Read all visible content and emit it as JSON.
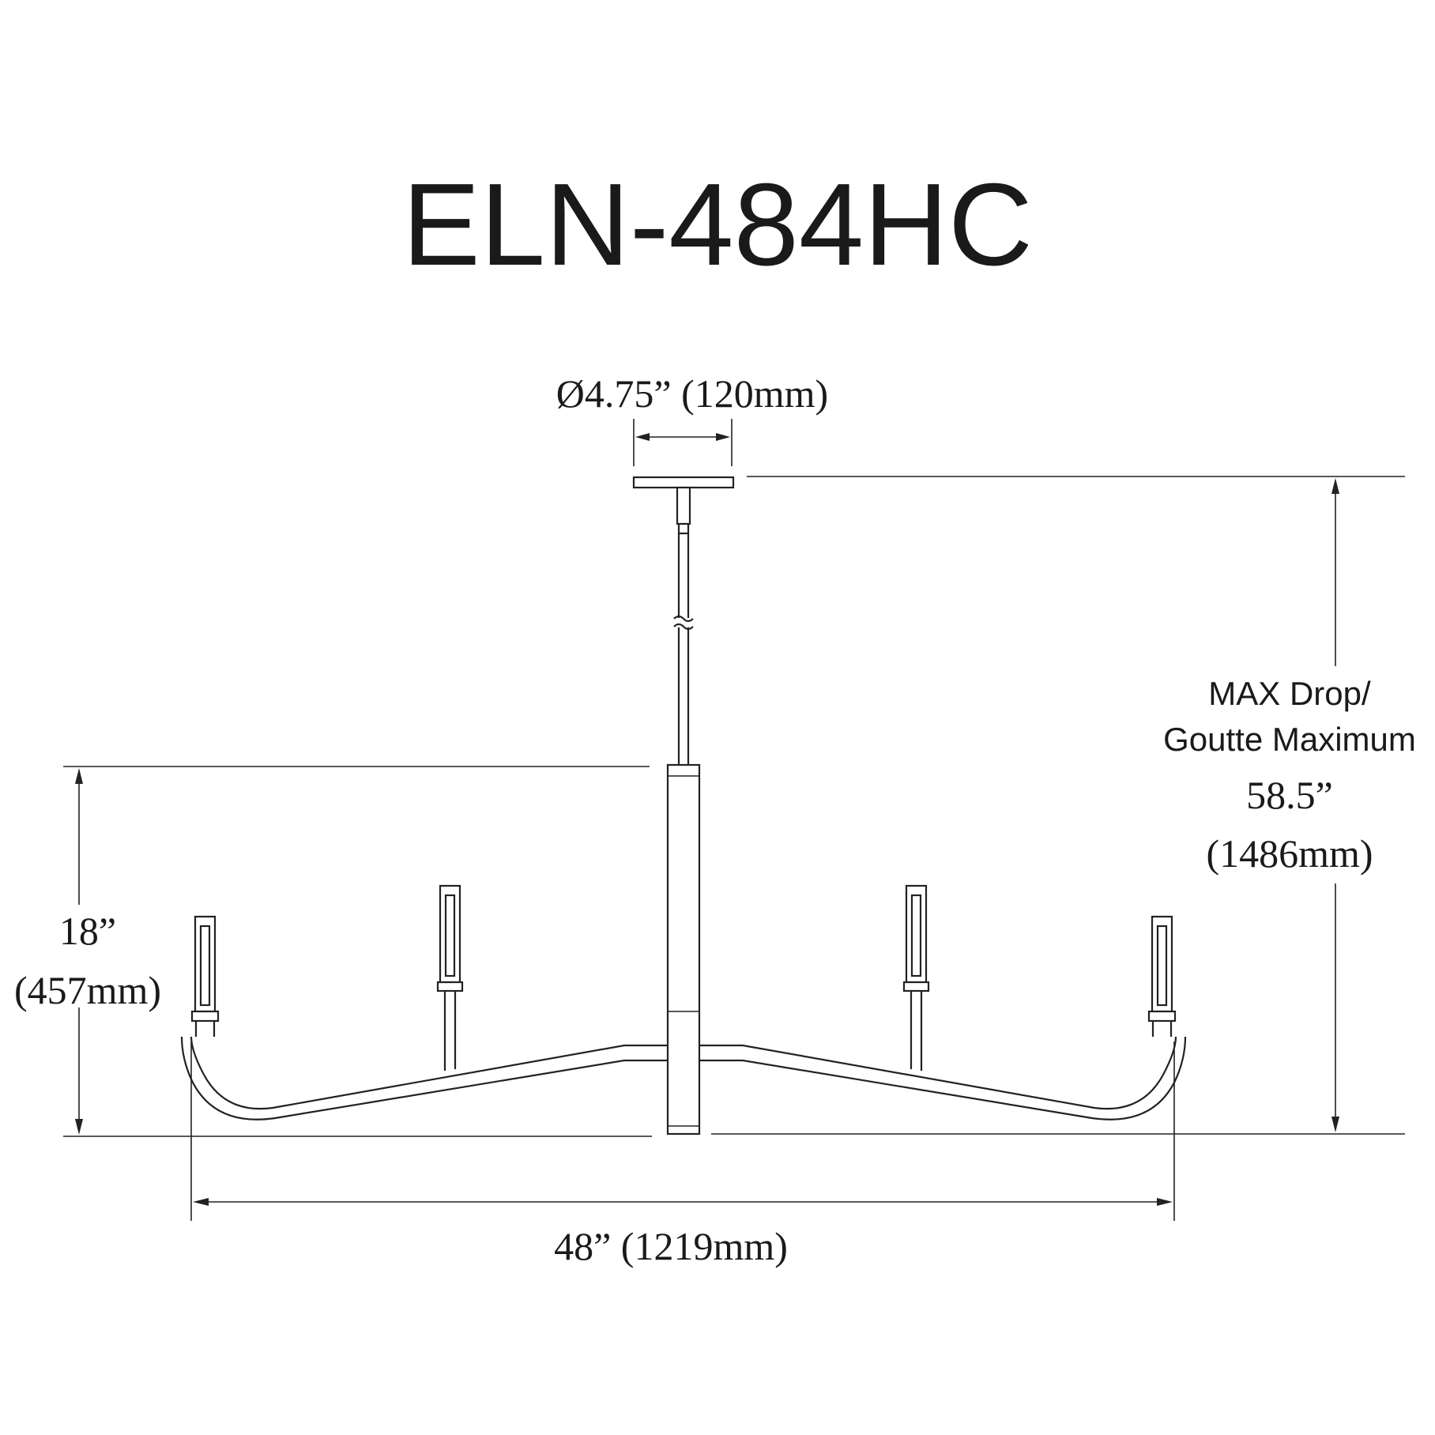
{
  "title": "ELN-484HC",
  "dimensions": {
    "canopy": "Ø4.75” (120mm)",
    "height_in": "18”",
    "height_mm": "(457mm)",
    "max_drop_line1": "MAX Drop/",
    "max_drop_line2": "Goutte Maximum",
    "max_drop_in": "58.5”",
    "max_drop_mm": "(1486mm)",
    "width": "48” (1219mm)"
  },
  "colors": {
    "line": "#222222",
    "text": "#1a1a1a",
    "background": "#ffffff"
  }
}
